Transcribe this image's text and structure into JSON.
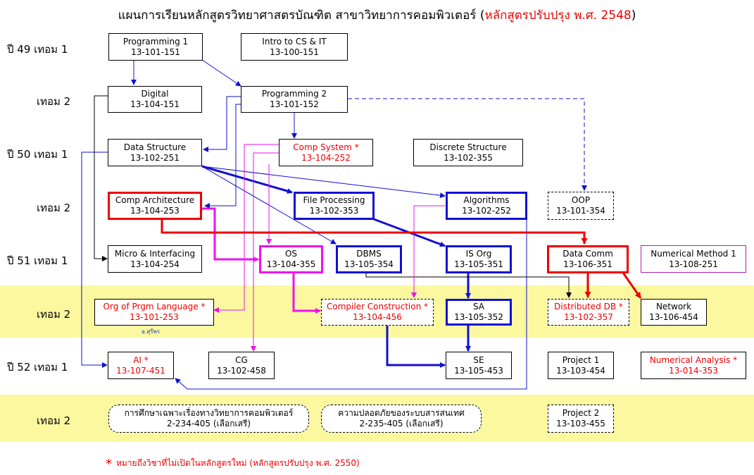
{
  "title": {
    "main": "แผนการเรียนหลักสูตรวิทยาศาสตรบัณฑิต  สาขาวิทยาการคอมพิวเตอร์ (",
    "highlight": "หลักสูตรปรับปรุง พ.ศ. 2548",
    "close": ")"
  },
  "rows": {
    "y49t1": "ปี 49  เทอม 1",
    "y49t2": "เทอม 2",
    "y50t1": "ปี 50  เทอม 1",
    "y50t2": "เทอม 2",
    "y51t1": "ปี 51  เทอม 1",
    "y51t2": "เทอม 2",
    "y52t1": "ปี 52  เทอม 1",
    "y52t2": "เทอม 2"
  },
  "courses": {
    "prog1": {
      "name": "Programming 1",
      "code": "13-101-151"
    },
    "introcs": {
      "name": "Intro to CS & IT",
      "code": "13-100-151"
    },
    "digital": {
      "name": "Digital",
      "code": "13-104-151"
    },
    "prog2": {
      "name": "Programming 2",
      "code": "13-101-152"
    },
    "ds": {
      "name": "Data Structure",
      "code": "13-102-251"
    },
    "compsys": {
      "name": "Comp System *",
      "code": "13-104-252"
    },
    "discrete": {
      "name": "Discrete Structure",
      "code": "13-102-355"
    },
    "comparch": {
      "name": "Comp Architecture",
      "code": "13-104-253"
    },
    "fileproc": {
      "name": "File Processing",
      "code": "13-102-353"
    },
    "algo": {
      "name": "Algorithms",
      "code": "13-102-252"
    },
    "oop": {
      "name": "OOP",
      "code": "13-101-354"
    },
    "micro": {
      "name": "Micro & Interfacing",
      "code": "13-104-254"
    },
    "os": {
      "name": "OS",
      "code": "13-104-355"
    },
    "dbms": {
      "name": "DBMS",
      "code": "13-105-354"
    },
    "isorg": {
      "name": "IS Org",
      "code": "13-105-351"
    },
    "datacomm": {
      "name": "Data Comm",
      "code": "13-106-351"
    },
    "nummethod": {
      "name": "Numerical Method 1",
      "code": "13-108-251"
    },
    "orgprgm": {
      "name": "Org of Prgm Language *",
      "code": "13-101-253"
    },
    "compiler": {
      "name": "Compiler Construction *",
      "code": "13-104-456"
    },
    "sa": {
      "name": "SA",
      "code": "13-105-352"
    },
    "distdb": {
      "name": "Distributed DB *",
      "code": "13-102-357"
    },
    "network": {
      "name": "Network",
      "code": "13-106-454"
    },
    "ai": {
      "name": "AI *",
      "code": "13-107-451"
    },
    "cg": {
      "name": "CG",
      "code": "13-102-458"
    },
    "se": {
      "name": "SE",
      "code": "13-105-453"
    },
    "proj1": {
      "name": "Project 1",
      "code": "13-103-454"
    },
    "numanalysis": {
      "name": "Numerical Analysis *",
      "code": "13-014-353"
    },
    "special": {
      "name": "การศึกษาเฉพาะเรื่องทางวิทยาการคอมพิวเตอร์",
      "code": "2-234-405  (เลือกเสรี)"
    },
    "security": {
      "name": "ความปลอดภัยของระบบสารสนเทศ",
      "code": "2-235-405  (เลือกเสรี)"
    },
    "proj2": {
      "name": "Project 2",
      "code": "13-103-455"
    }
  },
  "signature": "อ.สุรีพร",
  "footnote": {
    "star": "*",
    "text": "หมายถึงวิชาที่ไม่เปิดในหลักสูตรใหม่ (หลักสูตรปรับปรุง พ.ศ. 2550)"
  },
  "colors": {
    "blue": "#1010d0",
    "red": "#e00000",
    "magenta": "#ee10ee",
    "band": "#fbf8a0"
  }
}
